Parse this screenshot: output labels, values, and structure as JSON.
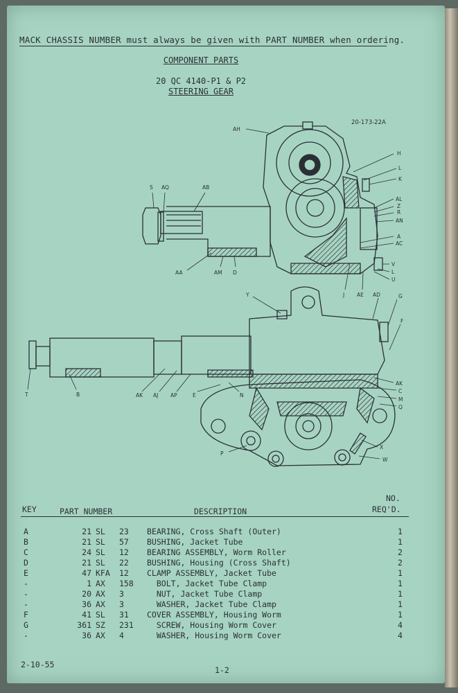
{
  "header": {
    "ordering_notice": "MACK CHASSIS NUMBER must always be given with PART NUMBER when ordering.",
    "section_title": "COMPONENT PARTS",
    "model": "20 QC 4140-P1 & P2",
    "assembly": "STEERING GEAR"
  },
  "drawing": {
    "number": "20-173-22A",
    "top_labels": {
      "AH": "AH",
      "H": "H",
      "L1": "L",
      "K": "K",
      "S": "S",
      "AQ": "AQ",
      "AB": "AB",
      "AL": "AL",
      "Z": "Z",
      "R": "R",
      "AN": "AN",
      "A": "A",
      "AC": "AC",
      "V": "V",
      "L2": "L",
      "U": "U",
      "AA": "AA",
      "AM": "AM",
      "D": "D",
      "J": "J",
      "AE": "AE",
      "AD": "AD"
    },
    "bottom_labels": {
      "Y": "Y",
      "G": "G",
      "F": "F",
      "T": "T",
      "B": "B",
      "AK1": "AK",
      "AJ": "AJ",
      "AP": "AP",
      "E": "E",
      "N": "N",
      "AK2": "AK",
      "C": "C",
      "M": "M",
      "Q": "Q",
      "X": "X",
      "P": "P",
      "W": "W"
    }
  },
  "table": {
    "headers": {
      "key": "KEY",
      "part_number": "PART NUMBER",
      "description": "DESCRIPTION",
      "qty_top": "NO.",
      "qty_bottom": "REQ'D."
    },
    "rows": [
      {
        "key": "A",
        "num": "21",
        "code": "SL",
        "suffix": "23",
        "desc": "BEARING, Cross Shaft (Outer)",
        "qty": "1"
      },
      {
        "key": "B",
        "num": "21",
        "code": "SL",
        "suffix": "57",
        "desc": "BUSHING, Jacket Tube",
        "qty": "1"
      },
      {
        "key": "C",
        "num": "24",
        "code": "SL",
        "suffix": "12",
        "desc": "BEARING ASSEMBLY, Worm Roller",
        "qty": "2"
      },
      {
        "key": "D",
        "num": "21",
        "code": "SL",
        "suffix": "22",
        "desc": "BUSHING, Housing (Cross Shaft)",
        "qty": "2"
      },
      {
        "key": "E",
        "num": "47",
        "code": "KFA",
        "suffix": "12",
        "desc": "CLAMP ASSEMBLY, Jacket Tube",
        "qty": "1"
      },
      {
        "key": "-",
        "num": "1",
        "code": "AX",
        "suffix": "158",
        "desc": "  BOLT, Jacket Tube Clamp",
        "qty": "1"
      },
      {
        "key": "-",
        "num": "20",
        "code": "AX",
        "suffix": "3",
        "desc": "  NUT, Jacket Tube Clamp",
        "qty": "1"
      },
      {
        "key": "-",
        "num": "36",
        "code": "AX",
        "suffix": "3",
        "desc": "  WASHER, Jacket Tube Clamp",
        "qty": "1"
      },
      {
        "key": "F",
        "num": "41",
        "code": "SL",
        "suffix": "31",
        "desc": "COVER ASSEMBLY, Housing Worm",
        "qty": "1"
      },
      {
        "key": "G",
        "num": "361",
        "code": "SZ",
        "suffix": "231",
        "desc": "  SCREW, Housing Worm Cover",
        "qty": "4"
      },
      {
        "key": "-",
        "num": "36",
        "code": "AX",
        "suffix": "4",
        "desc": "  WASHER, Housing Worm Cover",
        "qty": "4"
      }
    ]
  },
  "footer": {
    "date": "2-10-55",
    "page": "1-2"
  }
}
